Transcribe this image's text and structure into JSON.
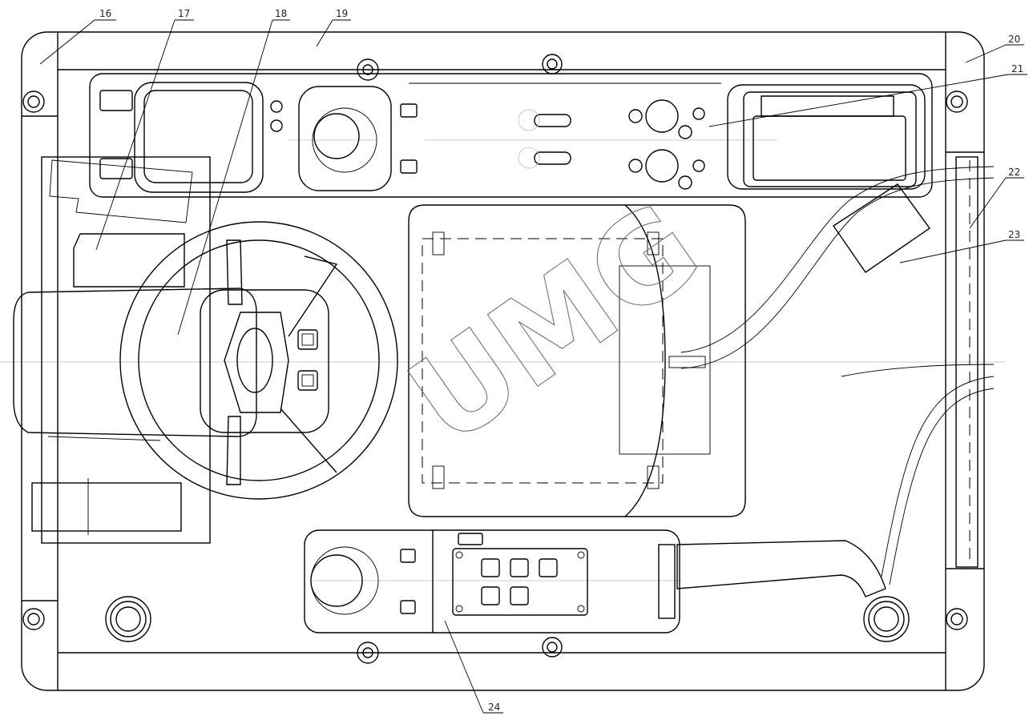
{
  "drawing": {
    "watermark": "UMG",
    "callouts": [
      "16",
      "17",
      "18",
      "19",
      "20",
      "21",
      "22",
      "23",
      "24"
    ]
  }
}
